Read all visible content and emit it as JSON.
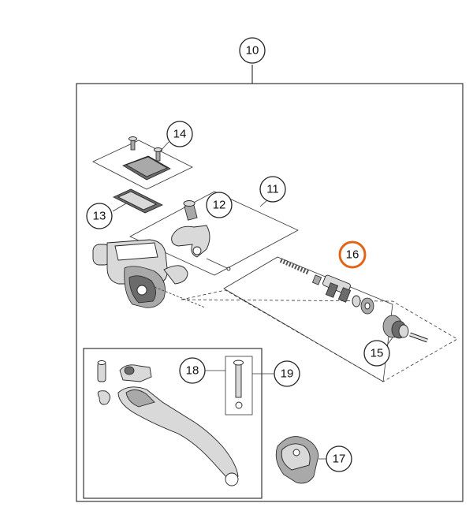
{
  "callouts": [
    {
      "id": "c10",
      "label": "10",
      "highlight": false
    },
    {
      "id": "c11",
      "label": "11",
      "highlight": false
    },
    {
      "id": "c12",
      "label": "12",
      "highlight": false
    },
    {
      "id": "c13",
      "label": "13",
      "highlight": false
    },
    {
      "id": "c14",
      "label": "14",
      "highlight": false
    },
    {
      "id": "c15",
      "label": "15",
      "highlight": false
    },
    {
      "id": "c16",
      "label": "16",
      "highlight": true
    },
    {
      "id": "c17",
      "label": "17",
      "highlight": false
    },
    {
      "id": "c18",
      "label": "18",
      "highlight": false
    },
    {
      "id": "c19",
      "label": "19",
      "highlight": false
    }
  ],
  "colors": {
    "highlight": "#e0651b",
    "callout_border": "#222222",
    "line": "#222222",
    "background": "#ffffff"
  }
}
